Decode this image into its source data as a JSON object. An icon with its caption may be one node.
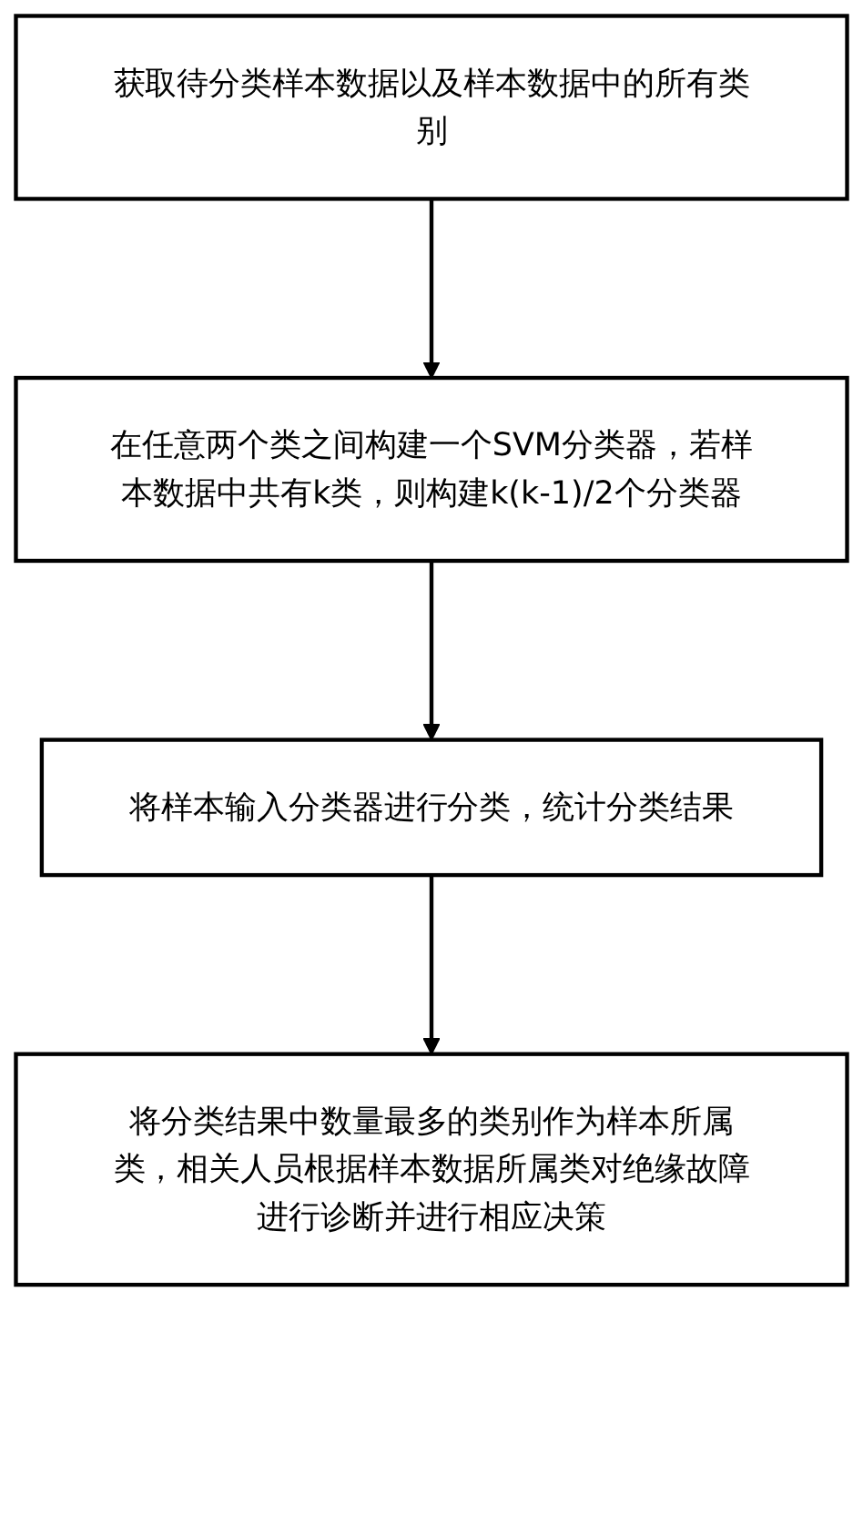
{
  "diagram": {
    "nodes": [
      {
        "text": [
          "获取待分类样本数据以及样本数据中的所有类别"
        ]
      },
      {
        "text": [
          "在任意两个类之间构建一个SVM分类器，若样本数据中共有k类，则构建k(k-1)/2个分类器"
        ]
      },
      {
        "text": [
          "将样本输入分类器进行分类，统计分类结果"
        ]
      },
      {
        "text": [
          "将分类结果中数量最多的类别作为样本所属类，相关人员根据样本数据所属类对绝缘故障进行诊断并进行相应决策"
        ]
      }
    ],
    "edges": [
      {
        "from": 0,
        "to": 1,
        "arrow": "to"
      },
      {
        "from": 1,
        "to": 2,
        "arrow": "to"
      },
      {
        "from": 2,
        "to": 3,
        "arrow": "to"
      }
    ]
  }
}
